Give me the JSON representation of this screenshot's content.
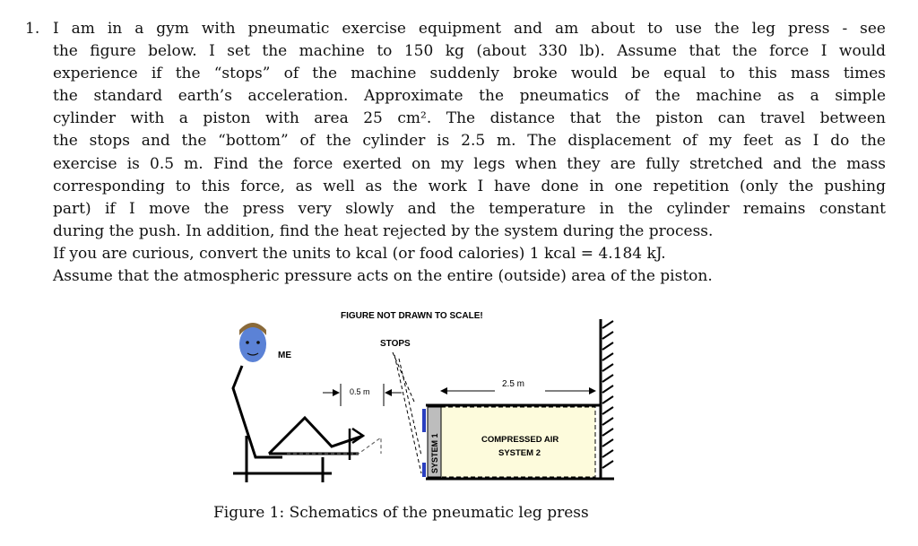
{
  "problem": {
    "number": "1.",
    "lines": [
      "I am in a gym with pneumatic exercise equipment and am about to use the leg press - see",
      "the figure below. I set the machine to 150 kg (about 330 lb). Assume that the force I would",
      "experience if the “stops” of the machine suddenly broke would be equal to this mass times",
      "the standard earth’s acceleration. Approximate the pneumatics of the machine as a simple",
      "cylinder with a piston with area 25 cm². The distance that the piston can travel between",
      "the stops and the “bottom” of the cylinder is 2.5 m. The displacement of my feet as I do the",
      "exercise is 0.5 m. Find the force exerted on my legs when they are fully stretched and the mass",
      "corresponding to this force, as well as the work I have done in one repetition (only the pushing",
      "part) if I move the press very slowly and the temperature in the cylinder remains constant",
      "during the push. In addition, find the heat rejected by the system during the process.",
      "If you are curious, convert the units to kcal (or food calories) 1 kcal = 4.184 kJ.",
      "Assume that the atmospheric pressure acts on the entire (outside) area of the piston."
    ]
  },
  "figure": {
    "note": "FIGURE NOT DRAWN TO SCALE!",
    "stops_label": "STOPS",
    "me_label": "ME",
    "disp_label": "0.5 m",
    "length_label": "2.5 m",
    "system1_label": "SYSTEM 1",
    "air_label": "COMPRESSED AIR",
    "system2_label": "SYSTEM 2",
    "colors": {
      "air_fill": "#fdfbdc",
      "piston": "#2a3fbf",
      "face": "#5b82d6"
    }
  },
  "caption": "Figure 1: Schematics of the pneumatic leg press"
}
